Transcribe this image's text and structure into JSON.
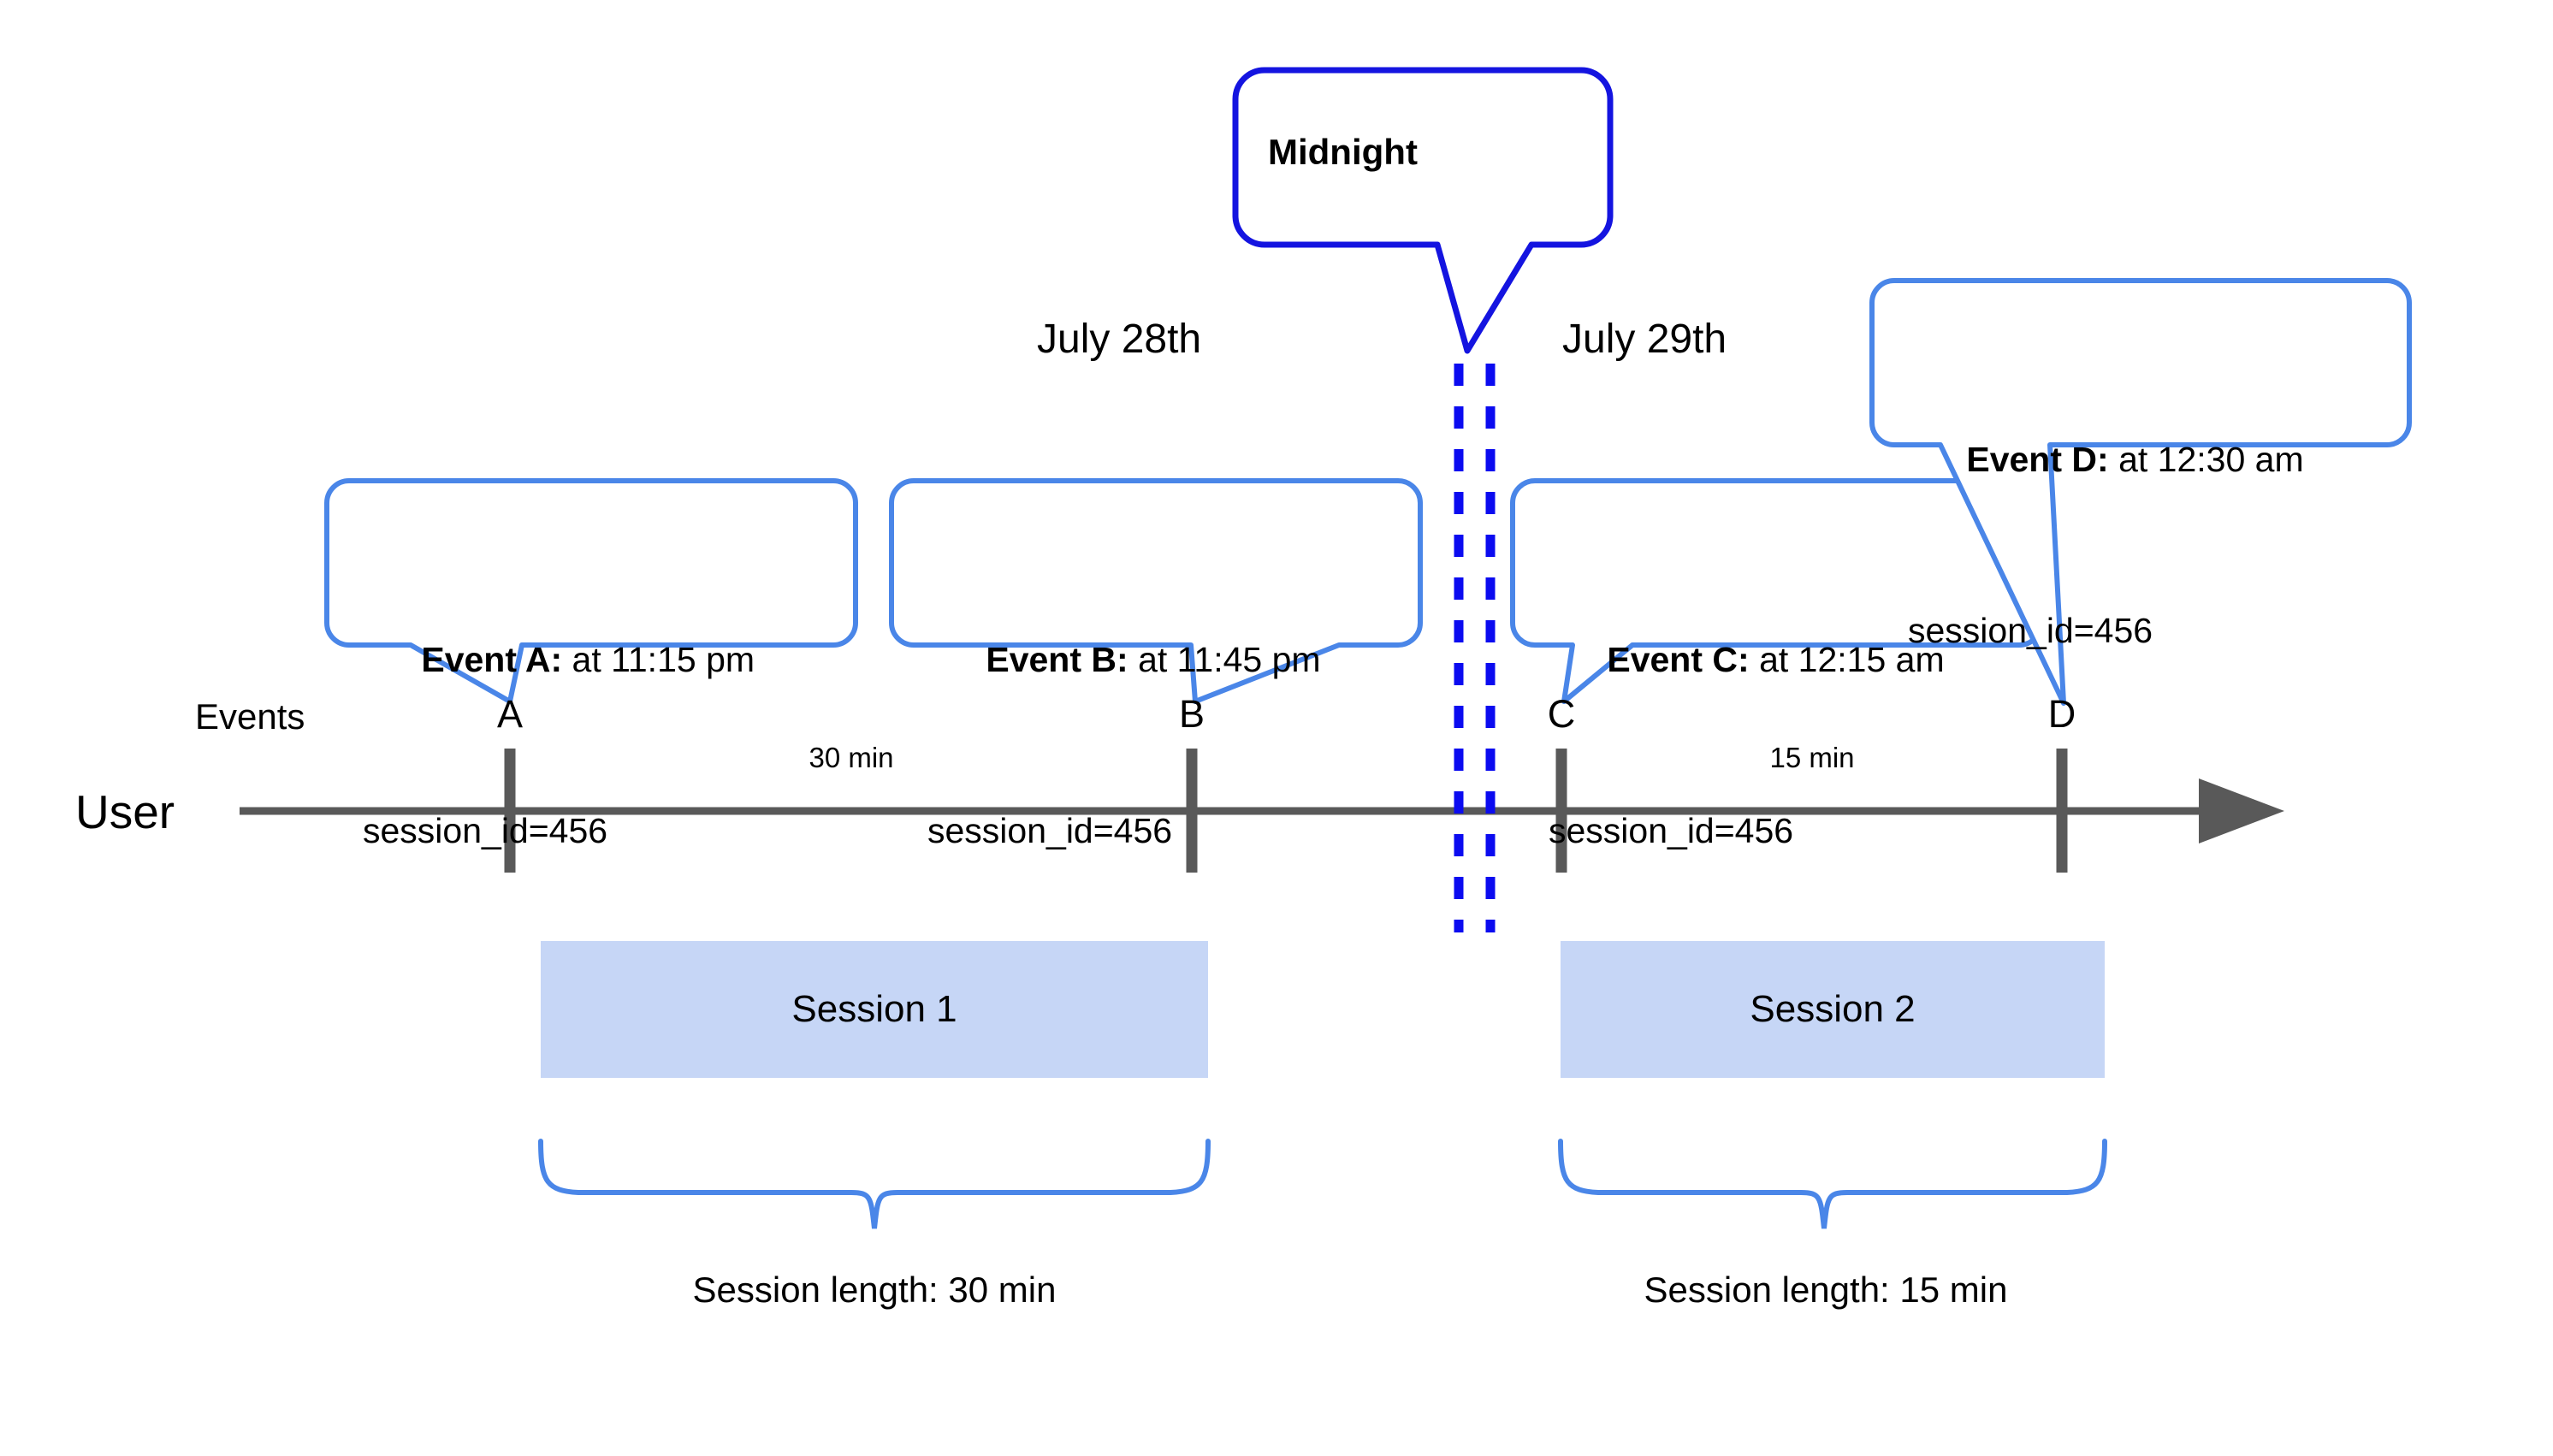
{
  "diagram": {
    "title_region": {
      "midnight_callout": {
        "label": "Midnight"
      }
    },
    "dates": [
      {
        "id": "july-28",
        "label": "July 28th"
      },
      {
        "id": "july-29",
        "label": "July 29th"
      }
    ],
    "axis": {
      "row_label_events": "Events",
      "row_label_user": "User",
      "arrow_icon": "arrow-right-icon",
      "axis_color": "#595959"
    },
    "events": [
      {
        "id": "a",
        "marker": "A",
        "lead": "Event A:",
        "detail": " at 11:15 pm",
        "session_id": "session_id=456"
      },
      {
        "id": "b",
        "marker": "B",
        "lead": "Event B:",
        "detail": " at 11:45 pm",
        "session_id": "session_id=456"
      },
      {
        "id": "c",
        "marker": "C",
        "lead": "Event C:",
        "detail": " at 12:15 am",
        "session_id": "session_id=456"
      },
      {
        "id": "d",
        "marker": "D",
        "lead": "Event D:",
        "detail": " at 12:30 am",
        "session_id": "session_id=456"
      }
    ],
    "gaps": [
      {
        "id": "gap-ab",
        "label": "30 min"
      },
      {
        "id": "gap-cd",
        "label": "15 min"
      }
    ],
    "sessions": [
      {
        "id": "session-1",
        "label": "Session 1",
        "length_caption": "Session length: 30 min"
      },
      {
        "id": "session-2",
        "label": "Session 2",
        "length_caption": "Session length: 15 min"
      }
    ],
    "colors": {
      "callout_border": "#4a86e8",
      "midnight_border": "#1414e0",
      "midnight_dash": "#0b0bf0",
      "session_fill": "#c6d6f6",
      "brace": "#4a86e8",
      "axis": "#595959"
    }
  },
  "chart_data": {
    "type": "timeline",
    "title": "Sessionization across midnight",
    "x": [
      "A",
      "B",
      "C",
      "D"
    ],
    "x_times": [
      "11:15 pm",
      "11:45 pm",
      "12:15 am",
      "12:30 am"
    ],
    "x_dates": [
      "July 28th",
      "July 28th",
      "July 29th",
      "July 29th"
    ],
    "session_id": "456",
    "gaps_minutes": [
      30,
      15
    ],
    "gap_labels": [
      "30 min",
      "15 min"
    ],
    "boundary": {
      "label": "Midnight",
      "between": [
        "B",
        "C"
      ]
    },
    "sessions": [
      {
        "name": "Session 1",
        "events": [
          "A",
          "B"
        ],
        "length_minutes": 30,
        "length_label": "Session length: 30 min"
      },
      {
        "name": "Session 2",
        "events": [
          "C",
          "D"
        ],
        "length_minutes": 15,
        "length_label": "Session length: 15 min"
      }
    ],
    "series": [
      {
        "name": "Events",
        "values": [
          "A",
          "B",
          "C",
          "D"
        ]
      }
    ],
    "xlabel": "User",
    "ylabel": "",
    "legend": [],
    "grid": false
  }
}
